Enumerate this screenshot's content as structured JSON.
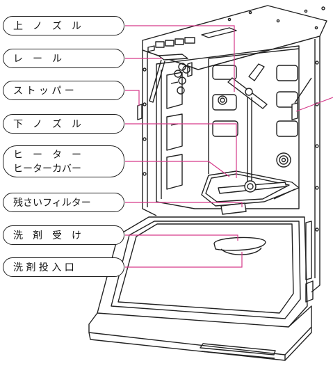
{
  "labels": {
    "upper_nozzle": "上　ノ　ズ　ル",
    "rail": "レ　ー　ル",
    "stopper": "ス ト ッ パ ー",
    "lower_nozzle": "下　ノ　ズ　ル",
    "heater": "ヒ　ー　タ　ー",
    "heater_cover": "ヒーターカバー",
    "residue_filter": "残さいフィルター",
    "detergent_receiver": "洗　剤　受　け",
    "detergent_inlet": "洗 剤 投 入 口"
  },
  "colors": {
    "leader_line": "#d63a8a",
    "outline": "#222222"
  }
}
